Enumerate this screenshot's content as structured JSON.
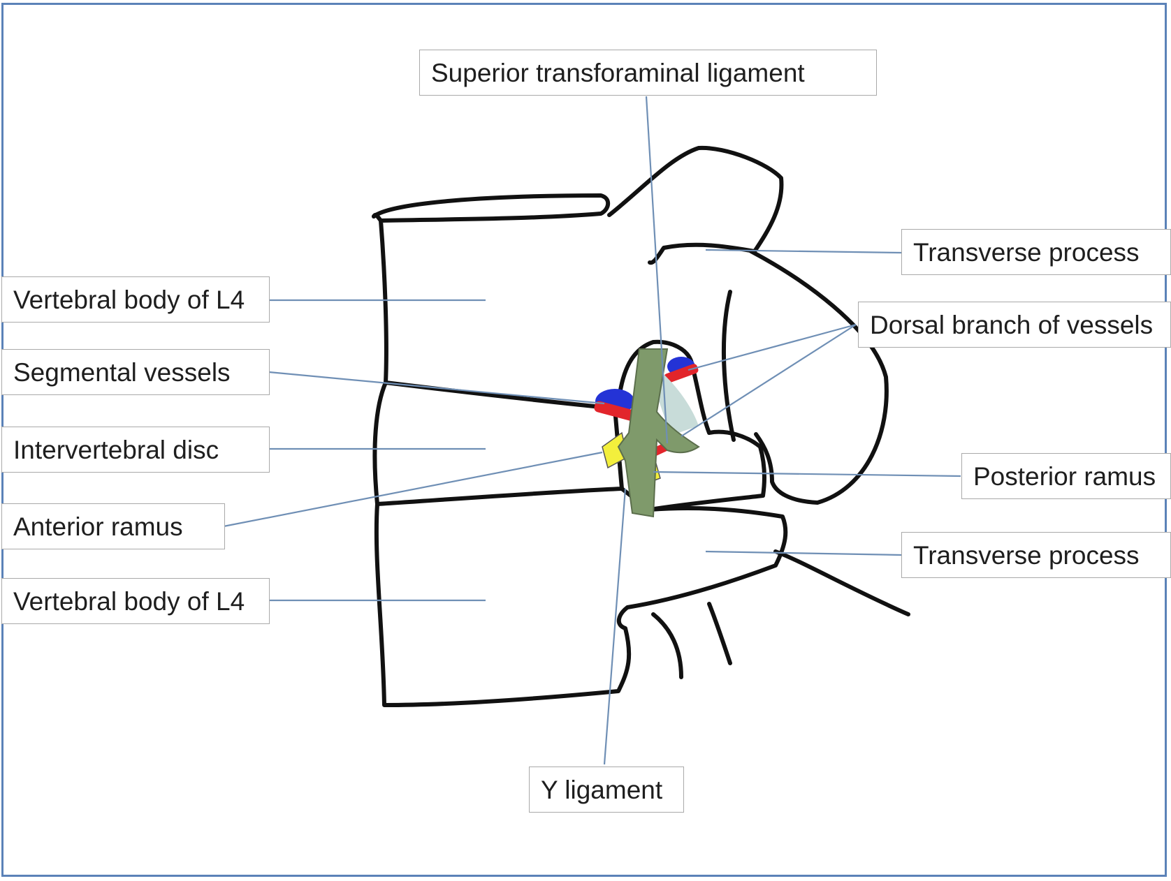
{
  "labels": {
    "superior_transforaminal_ligament": "Superior transforaminal ligament",
    "transverse_process_upper": "Transverse process",
    "vertebral_body_upper": "Vertebral body of L4",
    "dorsal_branch_vessels": "Dorsal branch of vessels",
    "segmental_vessels": "Segmental vessels",
    "intervertebral_disc": "Intervertebral disc",
    "posterior_ramus": "Posterior ramus",
    "anterior_ramus": "Anterior ramus",
    "transverse_process_lower": "Transverse process",
    "vertebral_body_lower": "Vertebral body of L4",
    "y_ligament": "Y ligament"
  },
  "colors": {
    "frame": "#5b82b8",
    "leader_line": "#6f8fb5",
    "bone_outline": "#111111",
    "ligament_y": "#7f9a6b",
    "ligament_superior": "#c8dcd9",
    "artery": "#e2252b",
    "vein": "#2433d6",
    "nerve": "#f3ef3c"
  }
}
